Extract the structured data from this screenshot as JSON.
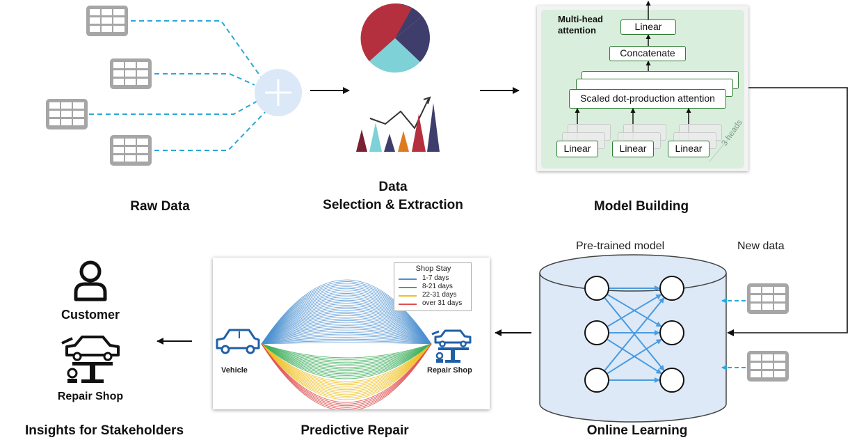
{
  "stages": {
    "raw_data": "Raw Data",
    "selection_line1": "Data",
    "selection_line2": "Selection & Extraction",
    "model_building": "Model Building",
    "insights": "Insights for Stakeholders",
    "predictive_repair": "Predictive Repair",
    "online_learning": "Online Learning"
  },
  "attention": {
    "title": "Multi-head attention",
    "linear_top": "Linear",
    "concatenate": "Concatenate",
    "scaled_dot": "Scaled dot-production attention",
    "linear_inputs": [
      "Linear",
      "Linear",
      "Linear"
    ],
    "heads": "3 heads"
  },
  "online": {
    "pretrained": "Pre-trained model",
    "new_data": "New data"
  },
  "stakeholders": {
    "customer": "Customer",
    "repair_shop": "Repair Shop"
  },
  "repair_chart": {
    "legend_title": "Shop Stay",
    "legend": [
      {
        "label": "1-7 days",
        "color": "#4a8fd0"
      },
      {
        "label": "8-21 days",
        "color": "#3cae5a"
      },
      {
        "label": "22-31 days",
        "color": "#f0c020"
      },
      {
        "label": "over 31 days",
        "color": "#e05050"
      }
    ],
    "vehicle_label": "Vehicle",
    "shop_label": "Repair Shop"
  },
  "colors": {
    "icon_blue": "#1f5fa8",
    "table_gray": "#a6a6a6",
    "dash_blue": "#29a8d6",
    "attention_green": "#2e7d32",
    "cylinder_fill": "#dde9f7",
    "network_arrow": "#4a9be0",
    "pie": [
      "#b5303e",
      "#3e3d6b",
      "#7fd1d8"
    ],
    "peaks": [
      "#7b1f34",
      "#7fd1d8",
      "#3e3d6b",
      "#e07a20",
      "#b5303e",
      "#3e3d6b"
    ]
  }
}
